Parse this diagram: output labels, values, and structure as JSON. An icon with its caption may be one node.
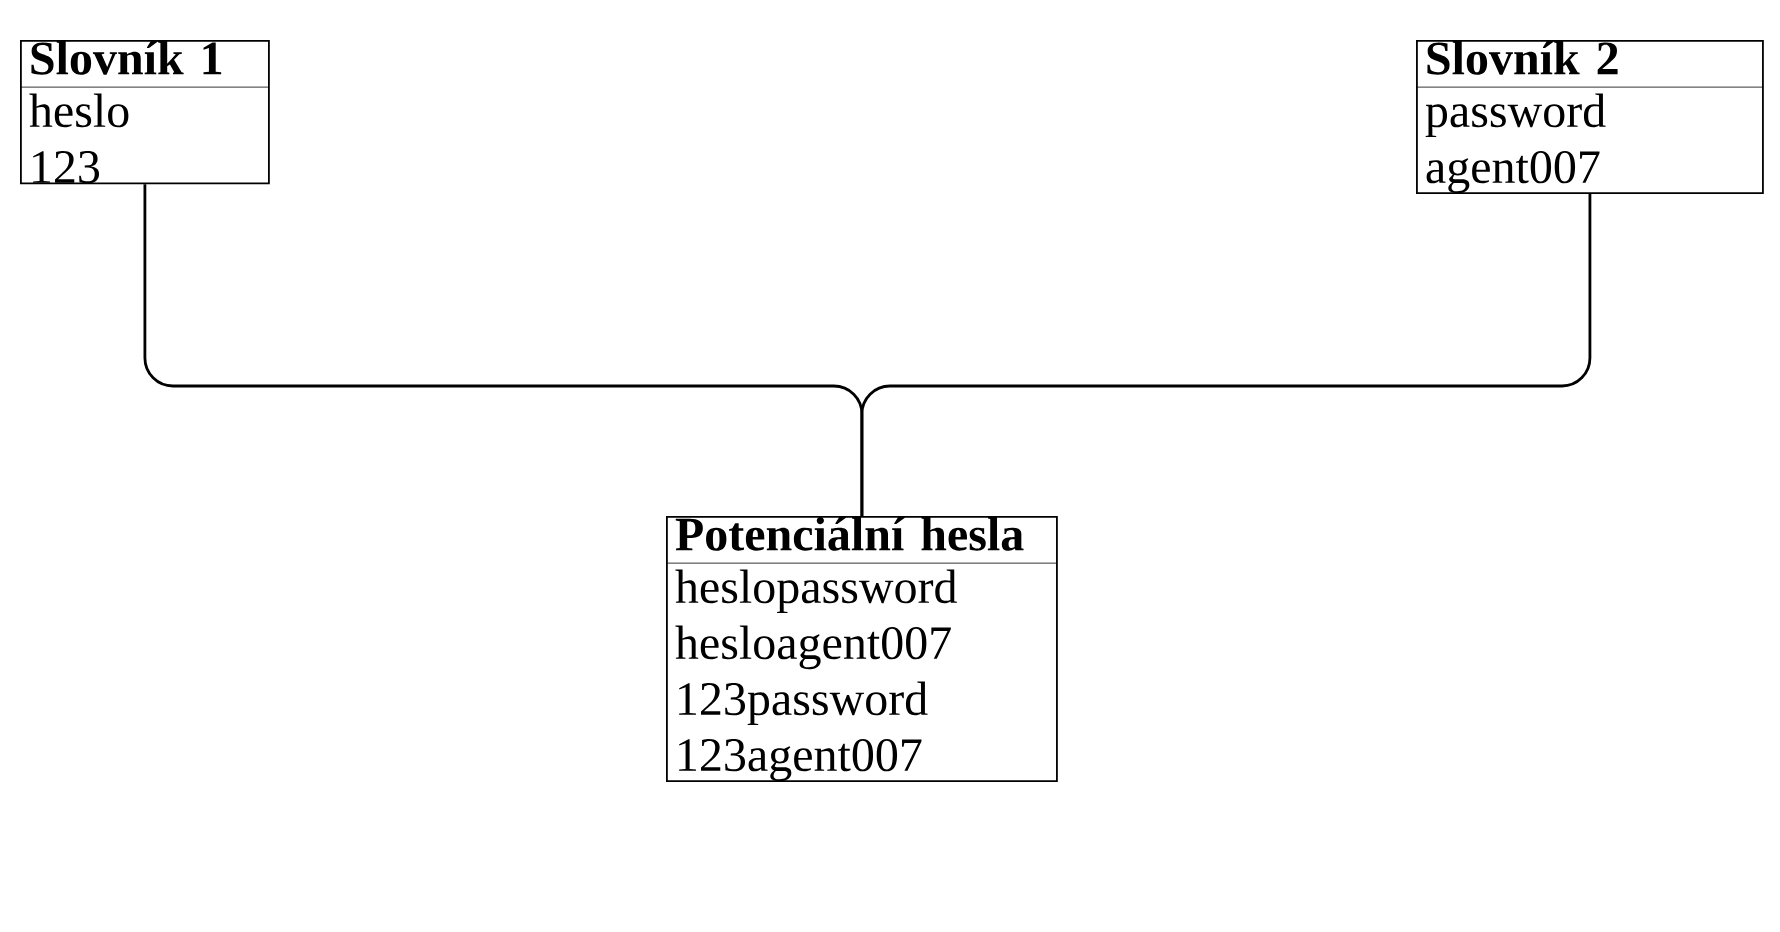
{
  "diagram": {
    "nodes": [
      {
        "text": [
          "Slovník 1",
          "heslo",
          "123"
        ]
      },
      {
        "text": [
          "Slovník 2",
          "password",
          "agent007"
        ]
      },
      {
        "text": [
          "Potenciální hesla",
          "heslopassword",
          "hesloagent007",
          "123password",
          "123agent007"
        ]
      }
    ],
    "edges": [
      {
        "from": 0,
        "to": 2,
        "arrow": "none"
      },
      {
        "from": 1,
        "to": 2,
        "arrow": "none"
      }
    ]
  }
}
